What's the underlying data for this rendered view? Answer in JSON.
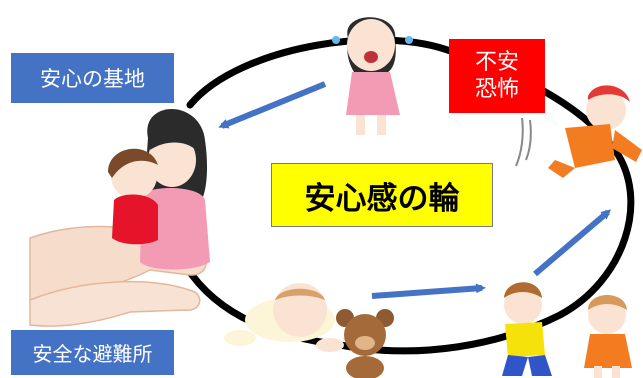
{
  "labels": {
    "secure_base": "安心の基地",
    "safe_haven": "安全な避難所",
    "anxiety_line1": "不安",
    "anxiety_line2": "恐怖",
    "center_title": "安心感の輪"
  },
  "colors": {
    "blue_box": "#4472C4",
    "red_box": "#FF0000",
    "yellow_box": "#FFFF00",
    "arrow": "#4472C4",
    "circle_line": "#000000"
  },
  "icons": {
    "mother_holding_child": "mother-holding-child-illustration",
    "supporting_hands": "supporting-hands-illustration",
    "crying_girl": "crying-girl-illustration",
    "falling_boy": "falling-boy-illustration",
    "crawling_baby": "crawling-baby-illustration",
    "teddy_bear": "teddy-bear-illustration",
    "running_boy": "running-boy-illustration",
    "running_girl": "running-girl-illustration"
  }
}
